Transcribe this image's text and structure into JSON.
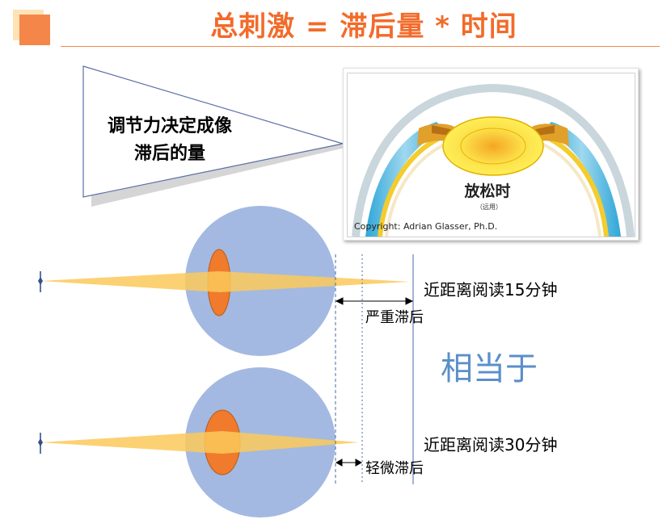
{
  "title": "总刺激 = 滞后量 * 时间",
  "cone_label_line1": "调节力决定成像",
  "cone_label_line2": "滞后的量",
  "photo": {
    "label": "放松时",
    "sublabel": "（远用）",
    "copyright": "Copyright: Adrian Glasser, Ph.D."
  },
  "eye_top": {
    "reading_label": "近距离阅读15分钟",
    "lag_label": "严重滞后"
  },
  "eye_bottom": {
    "reading_label": "近距离阅读30分钟",
    "lag_label": "轻微滞后"
  },
  "equivalence": "相当于",
  "colors": {
    "title": "#f26b2a",
    "eyeball": "#a3b9e2",
    "lens": "#f07b2c",
    "ray": "#fbc95b",
    "equivalence": "#5b8fc9"
  }
}
